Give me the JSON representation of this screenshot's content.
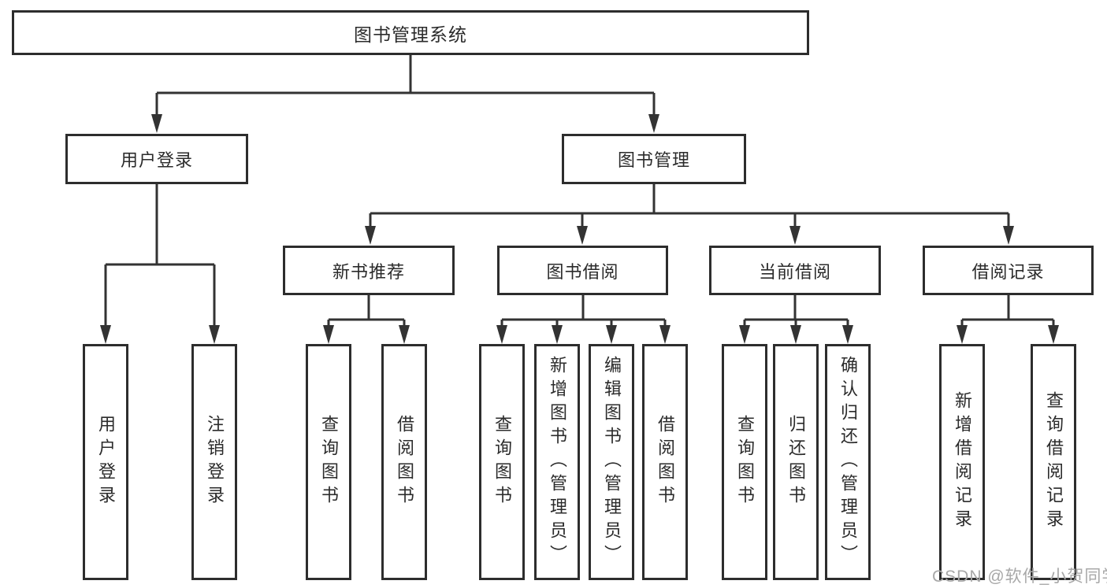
{
  "diagram_type": "hierarchy",
  "tree": {
    "label": "图书管理系统",
    "children": [
      {
        "label": "用户登录",
        "children": [
          {
            "label": "用户登录"
          },
          {
            "label": "注销登录"
          }
        ]
      },
      {
        "label": "图书管理",
        "children": [
          {
            "label": "新书推荐",
            "children": [
              {
                "label": "查询图书"
              },
              {
                "label": "借阅图书"
              }
            ]
          },
          {
            "label": "图书借阅",
            "children": [
              {
                "label": "查询图书"
              },
              {
                "label": "新增图书（管理员）"
              },
              {
                "label": "编辑图书（管理员）"
              },
              {
                "label": "借阅图书"
              }
            ]
          },
          {
            "label": "当前借阅",
            "children": [
              {
                "label": "查询图书"
              },
              {
                "label": "归还图书"
              },
              {
                "label": "确认归还（管理员）"
              }
            ]
          },
          {
            "label": "借阅记录",
            "children": [
              {
                "label": "新增借阅记录"
              },
              {
                "label": "查询借阅记录"
              }
            ]
          }
        ]
      }
    ]
  },
  "watermark": {
    "text": "CSDN @软件_小贺同学"
  },
  "colors": {
    "line": "#333333",
    "box_border": "#2d2d2d",
    "text": "#2b2b2b",
    "box_background": "#ffffff",
    "page_background": "#ffffff",
    "watermark": "#a8a8a8"
  }
}
